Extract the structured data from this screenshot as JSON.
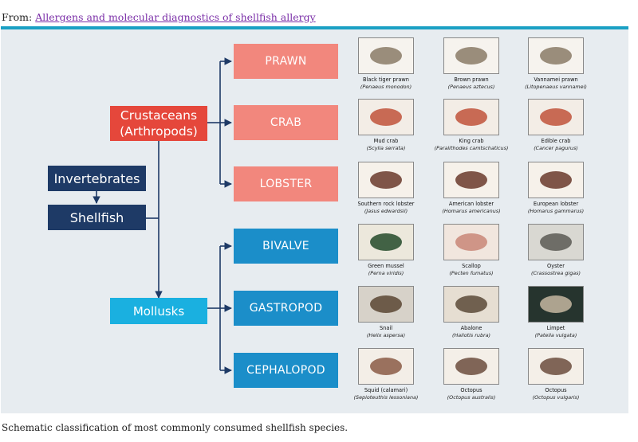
{
  "header": {
    "from_label": "From:",
    "source_link": "Allergens and molecular diagnostics of shellfish allergy"
  },
  "diagram": {
    "invertebrates": "Invertebrates",
    "shellfish": "Shellfish",
    "crustaceans_line1": "Crustaceans",
    "crustaceans_line2": "(Arthropods)",
    "mollusks": "Mollusks",
    "categories": [
      "PRAWN",
      "CRAB",
      "LOBSTER",
      "BIVALVE",
      "GASTROPOD",
      "CEPHALOPOD"
    ]
  },
  "species": [
    [
      {
        "name": "Black tiger prawn",
        "sci": "(Penaeus  monodon)",
        "icon": "prawn-photo"
      },
      {
        "name": "Brown prawn",
        "sci": "(Penaeus  aztecus)",
        "icon": "prawn-photo"
      },
      {
        "name": "Vannamei  prawn",
        "sci": "(Litopenaeus  vannamei)",
        "icon": "prawn-photo"
      }
    ],
    [
      {
        "name": "Mud crab",
        "sci": "(Scylla  serrata)",
        "icon": "crab-photo"
      },
      {
        "name": "King crab",
        "sci": "(Paralithodes  camtschaticus)",
        "icon": "crab-photo"
      },
      {
        "name": "Edible crab",
        "sci": "(Cancer  pagurus)",
        "icon": "crab-photo"
      }
    ],
    [
      {
        "name": "Southern rock lobster",
        "sci": "(Jasus  edwardsii)",
        "icon": "lobster-photo"
      },
      {
        "name": "American lobster",
        "sci": "(Homarus  americanus)",
        "icon": "lobster-photo"
      },
      {
        "name": "European lobster",
        "sci": "(Homarus  gammarus)",
        "icon": "lobster-photo"
      }
    ],
    [
      {
        "name": "Green mussel",
        "sci": "(Perna  viridis)",
        "icon": "mussel-photo"
      },
      {
        "name": "Scallop",
        "sci": "(Pecten  fumatus)",
        "icon": "scallop-photo"
      },
      {
        "name": "Oyster",
        "sci": "(Crassostrea  gigas)",
        "icon": "oyster-photo"
      }
    ],
    [
      {
        "name": "Snail",
        "sci": "(Helix  aspersa)",
        "icon": "snail-photo"
      },
      {
        "name": "Abalone",
        "sci": "(Haliotis  rubra)",
        "icon": "abalone-photo"
      },
      {
        "name": "Limpet",
        "sci": "(Patella  vulgata)",
        "icon": "limpet-photo"
      }
    ],
    [
      {
        "name": "Squid (calamari)",
        "sci": "(Sepioteuthis  lessoniana)",
        "icon": "squid-photo"
      },
      {
        "name": "Octopus",
        "sci": "(Octopus  australis)",
        "icon": "octopus-photo"
      },
      {
        "name": "Octopus",
        "sci": "(Octopus  vulgaris)",
        "icon": "octopus-photo"
      }
    ]
  ],
  "caption": "Schematic classification of most commonly consumed shellfish species."
}
